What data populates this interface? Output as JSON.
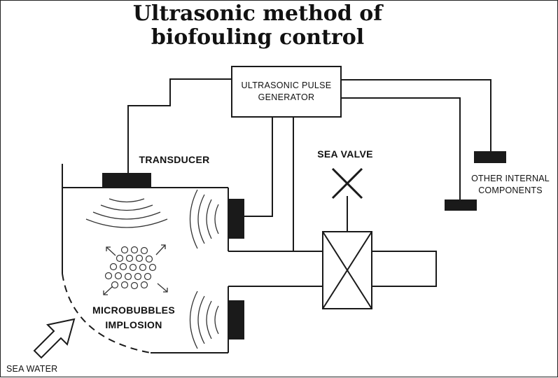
{
  "title": {
    "line1": "Ultrasonic method of",
    "line2": "biofouling control"
  },
  "labels": {
    "generator_line1": "ULTRASONIC PULSE",
    "generator_line2": "GENERATOR",
    "transducer": "TRANSDUCER",
    "sea_valve": "SEA VALVE",
    "other_line1": "OTHER INTERNAL",
    "other_line2": "COMPONENTS",
    "microbubbles_line1": "MICROBUBBLES",
    "microbubbles_line2": "IMPLOSION",
    "sea_water": "SEA WATER"
  },
  "colors": {
    "line": "#1a1a1a",
    "background": "#ffffff"
  }
}
